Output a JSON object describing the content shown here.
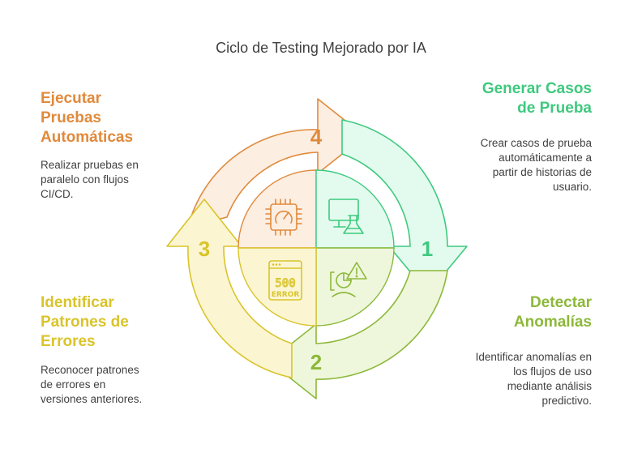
{
  "title": "Ciclo de Testing Mejorado por IA",
  "steps": [
    {
      "number": "1",
      "heading": "Generar Casos\nde Prueba",
      "description": "Crear casos de prueba\nautomáticamente a\npartir de historias de\nusuario.",
      "color": "#3ec97e",
      "fill": "#e3fbee",
      "icon": "computer-flask-icon"
    },
    {
      "number": "2",
      "heading": "Detectar\nAnomalías",
      "description": "Identificar anomalías en\nlos flujos de uso\nmediante análisis\npredictivo.",
      "color": "#8db83a",
      "fill": "#eef7dc",
      "icon": "chart-warning-icon"
    },
    {
      "number": "3",
      "heading": "Identificar\nPatrones de\nErrores",
      "description": "Reconocer patrones\nde errores en\nversiones anteriores.",
      "color": "#d9c42a",
      "fill": "#fbf5d2",
      "icon": "error-500-icon"
    },
    {
      "number": "4",
      "heading": "Ejecutar\nPruebas\nAutomáticas",
      "description": "Realizar pruebas en\nparalelo con flujos\nCI/CD.",
      "color": "#e08a3c",
      "fill": "#fdeee2",
      "icon": "chip-gauge-icon"
    }
  ]
}
